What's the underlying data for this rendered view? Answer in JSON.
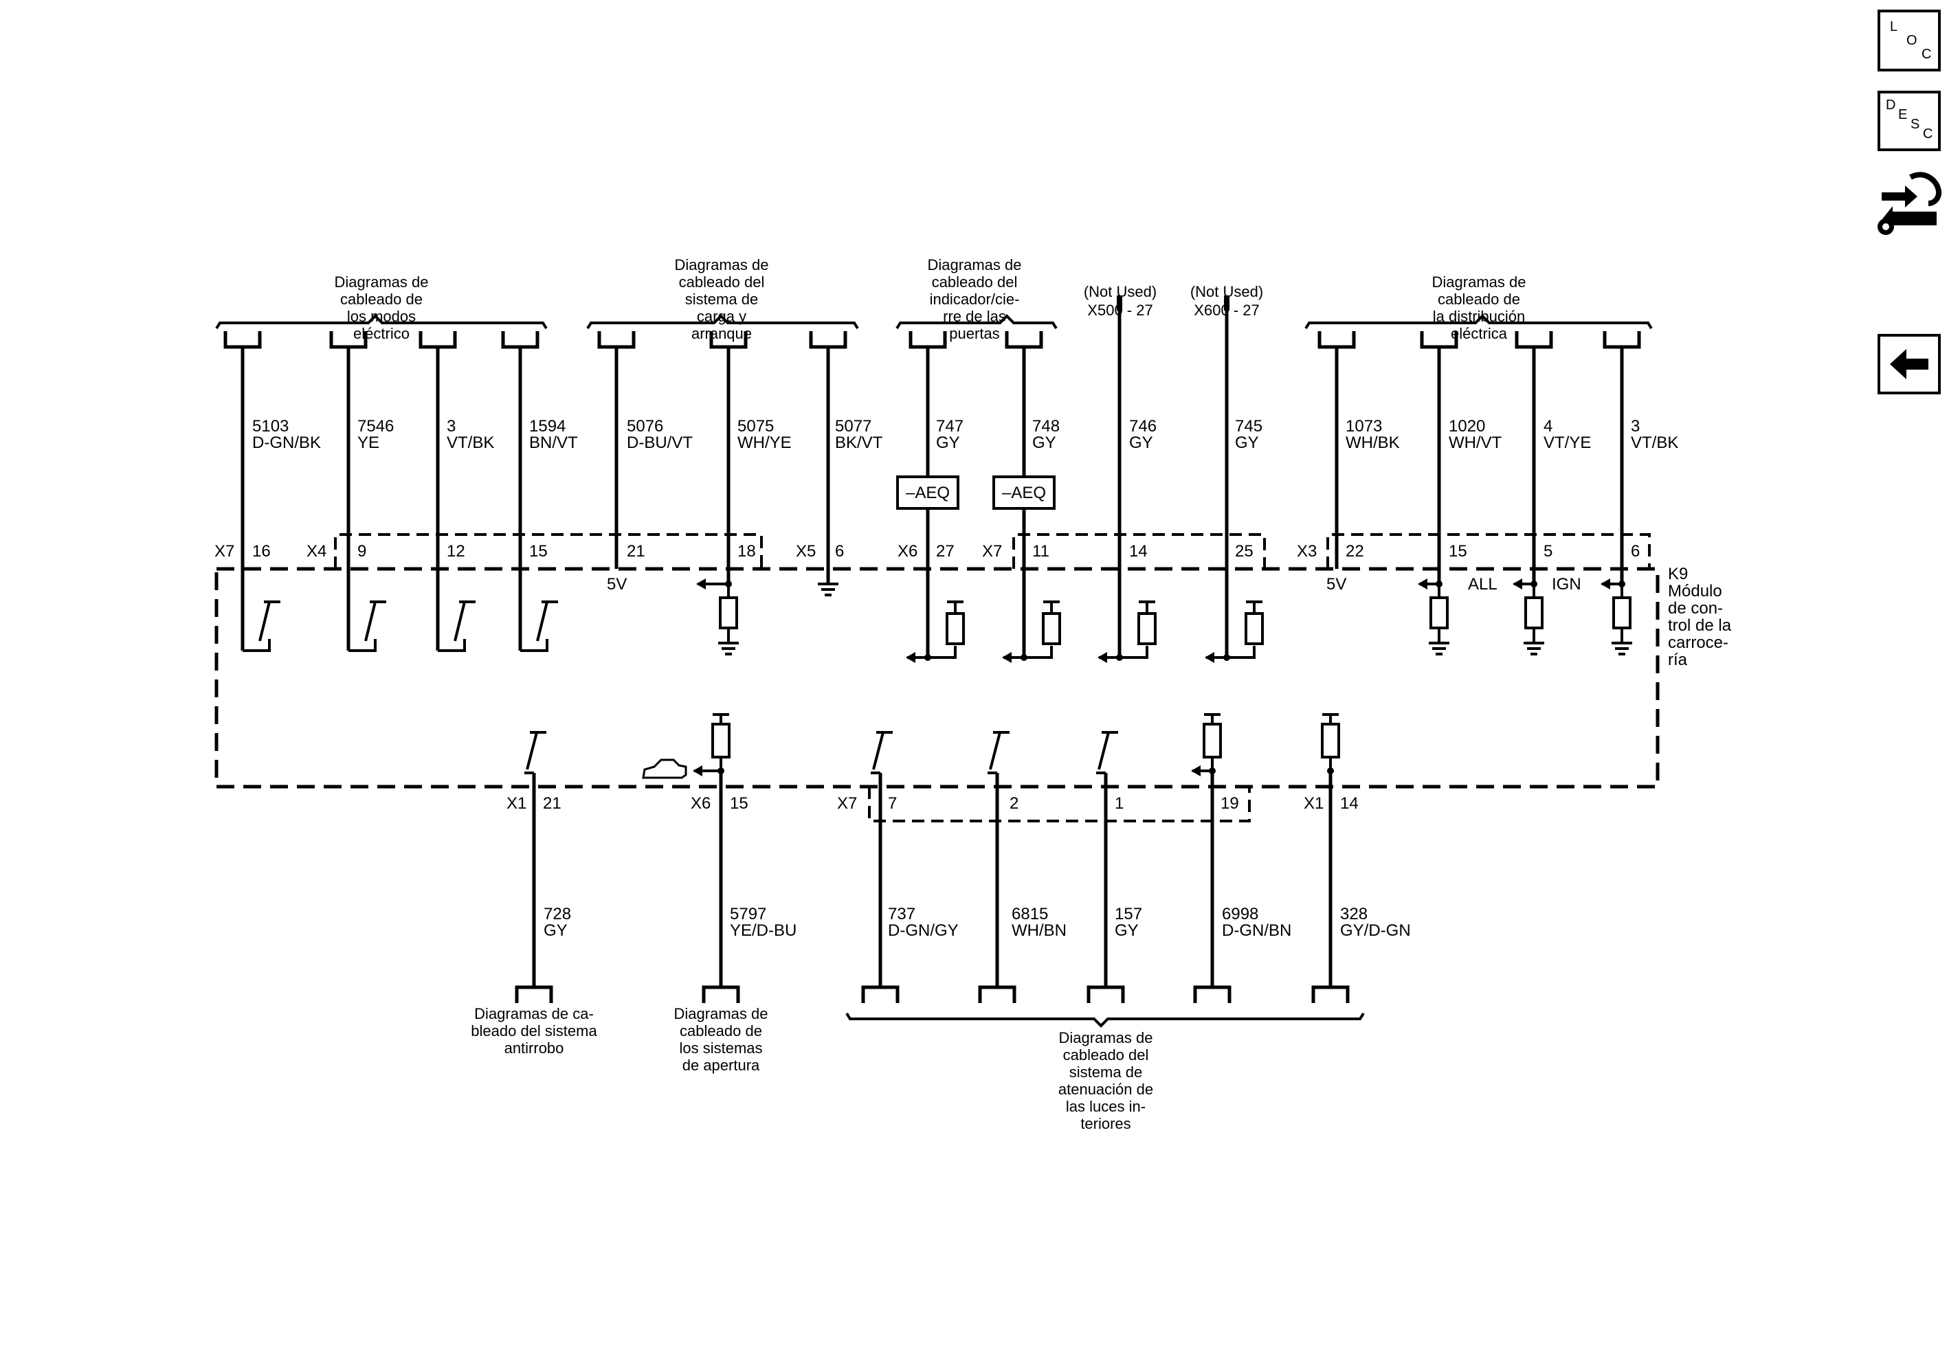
{
  "side_buttons": {
    "loc": {
      "letters": [
        "L",
        "O",
        "C"
      ]
    },
    "desc": {
      "letters": [
        "D",
        "E",
        "S",
        "C"
      ]
    }
  },
  "headers": {
    "electric_modes": [
      "Diagramas de",
      "cableado de",
      "los modos",
      "eléctrico"
    ],
    "charging": [
      "Diagramas de",
      "cableado del",
      "sistema de",
      "carga y",
      "arranque"
    ],
    "door_lock": [
      "Diagramas de",
      "cableado del",
      "indicador/cie-",
      "rre de las",
      "puertas"
    ],
    "not_used_1": [
      "(Not Used)",
      "X500 - 27"
    ],
    "not_used_2": [
      "(Not Used)",
      "X600 - 27"
    ],
    "power_dist": [
      "Diagramas de",
      "cableado de",
      "la distribución",
      "eléctrica"
    ]
  },
  "top_wires": [
    {
      "circuit": "5103",
      "color": "D-GN/BK"
    },
    {
      "circuit": "7546",
      "color": "YE"
    },
    {
      "circuit": "3",
      "color": "VT/BK"
    },
    {
      "circuit": "1594",
      "color": "BN/VT"
    },
    {
      "circuit": "5076",
      "color": "D-BU/VT"
    },
    {
      "circuit": "5075",
      "color": "WH/YE"
    },
    {
      "circuit": "5077",
      "color": "BK/VT"
    },
    {
      "circuit": "747",
      "color": "GY"
    },
    {
      "circuit": "748",
      "color": "GY"
    },
    {
      "circuit": "746",
      "color": "GY"
    },
    {
      "circuit": "745",
      "color": "GY"
    },
    {
      "circuit": "1073",
      "color": "WH/BK"
    },
    {
      "circuit": "1020",
      "color": "WH/VT"
    },
    {
      "circuit": "4",
      "color": "VT/YE"
    },
    {
      "circuit": "3",
      "color": "VT/BK"
    }
  ],
  "aeq_label": "–AEQ",
  "top_connectors": [
    "X7",
    "X4",
    "X5",
    "X6",
    "X7",
    "X3"
  ],
  "top_pins": [
    "16",
    "9",
    "12",
    "15",
    "21",
    "18",
    "6",
    "27",
    "11",
    "14",
    "25",
    "22",
    "15",
    "5",
    "6"
  ],
  "internal_labels": {
    "v5_a": "5V",
    "v5_b": "5V",
    "all": "ALL",
    "ign": "IGN"
  },
  "module": [
    "K9",
    "Módulo",
    "de con-",
    "trol de la",
    "carroce-",
    "ría"
  ],
  "bottom_connectors": [
    "X1",
    "X6",
    "X7",
    "X1"
  ],
  "bottom_pins": [
    "21",
    "15",
    "7",
    "2",
    "1",
    "19",
    "14"
  ],
  "bottom_wires": [
    {
      "circuit": "728",
      "color": "GY"
    },
    {
      "circuit": "5797",
      "color": "YE/D-BU"
    },
    {
      "circuit": "737",
      "color": "D-GN/GY"
    },
    {
      "circuit": "6815",
      "color": "WH/BN"
    },
    {
      "circuit": "157",
      "color": "GY"
    },
    {
      "circuit": "6998",
      "color": "D-GN/BN"
    },
    {
      "circuit": "328",
      "color": "GY/D-GN"
    }
  ],
  "footers": {
    "antitheft": [
      "Diagramas de ca-",
      "bleado del sistema",
      "antirrobo"
    ],
    "opening": [
      "Diagramas de",
      "cableado de",
      "los sistemas",
      "de apertura"
    ],
    "dimming": [
      "Diagramas de",
      "cableado del",
      "sistema de",
      "atenuación de",
      "las luces in-",
      "teriores"
    ]
  }
}
